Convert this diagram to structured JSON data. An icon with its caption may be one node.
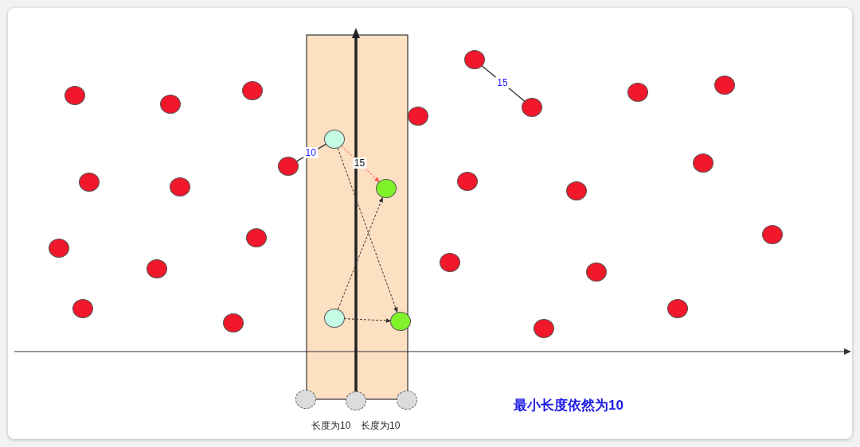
{
  "diagram": {
    "nodes": [
      {
        "text": [],
        "shape": "circle"
      },
      {
        "text": [],
        "shape": "circle"
      },
      {
        "text": [],
        "shape": "circle"
      },
      {
        "text": [],
        "shape": "circle"
      },
      {
        "text": [],
        "shape": "circle"
      },
      {
        "text": [],
        "shape": "circle"
      },
      {
        "text": [],
        "shape": "circle"
      },
      {
        "text": [],
        "shape": "circle"
      },
      {
        "text": [],
        "shape": "circle"
      },
      {
        "text": [],
        "shape": "circle"
      },
      {
        "text": [],
        "shape": "circle"
      },
      {
        "text": [],
        "shape": "circle"
      },
      {
        "text": [],
        "shape": "circle"
      },
      {
        "text": [],
        "shape": "circle"
      },
      {
        "text": [],
        "shape": "circle"
      },
      {
        "text": [],
        "shape": "circle"
      },
      {
        "text": [],
        "shape": "circle"
      },
      {
        "text": [],
        "shape": "circle"
      },
      {
        "text": [],
        "shape": "circle"
      },
      {
        "text": [],
        "shape": "circle"
      },
      {
        "text": [],
        "shape": "circle"
      },
      {
        "text": [],
        "shape": "circle"
      },
      {
        "text": [],
        "shape": "circle"
      },
      {
        "text": [],
        "shape": "circle"
      },
      {
        "text": [],
        "shape": "circle"
      },
      {
        "text": [],
        "shape": "circle"
      },
      {
        "text": [],
        "shape": "circle"
      },
      {
        "text": [],
        "shape": "circle"
      },
      {
        "text": [],
        "shape": "circle"
      },
      {
        "text": [],
        "shape": "circle"
      },
      {
        "text": [],
        "shape": "circle"
      }
    ],
    "edges": [
      {
        "from": 10,
        "to": 8,
        "arrow": "none",
        "label": "10"
      },
      {
        "from": 8,
        "to": 14,
        "arrow": "to",
        "label": "15",
        "style": "dashed",
        "color": "#ff4d4d"
      },
      {
        "from": 8,
        "to": 25,
        "arrow": "to",
        "style": "dashed"
      },
      {
        "from": 24,
        "to": 14,
        "arrow": "to",
        "style": "dashed"
      },
      {
        "from": 24,
        "to": 25,
        "arrow": "to",
        "style": "dashed"
      },
      {
        "from": 0,
        "to": 6,
        "arrow": "none",
        "label": "15"
      }
    ],
    "labels": [
      "长度为10",
      "长度为10",
      "最小长度依然为10"
    ]
  }
}
